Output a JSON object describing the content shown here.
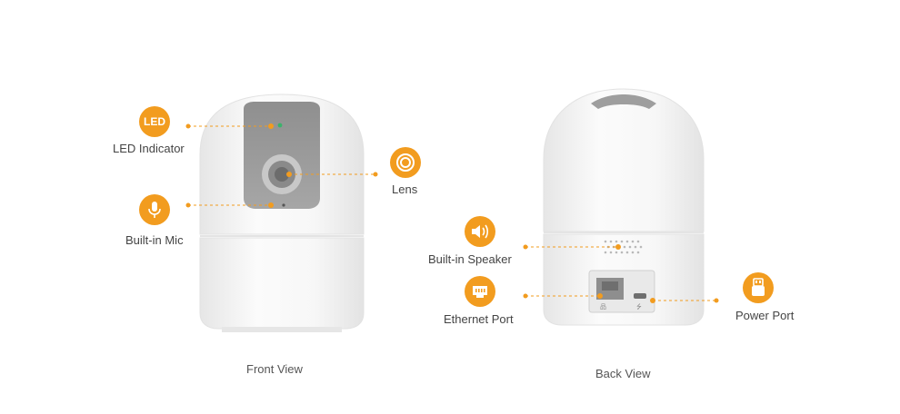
{
  "colors": {
    "accent": "#f29c1f",
    "body": "#f3f3f3",
    "shade": "#d9d9d9",
    "face": "#9a9a9a"
  },
  "front": {
    "view_label": "Front View",
    "callouts": {
      "led": {
        "badge_text": "LED",
        "label": "LED Indicator",
        "icon": "led-text-icon"
      },
      "mic": {
        "label": "Built-in Mic",
        "icon": "microphone-icon"
      },
      "lens": {
        "label": "Lens",
        "icon": "lens-icon"
      }
    }
  },
  "back": {
    "view_label": "Back View",
    "callouts": {
      "speaker": {
        "label": "Built-in Speaker",
        "icon": "speaker-icon"
      },
      "ethernet": {
        "label": "Ethernet Port",
        "icon": "ethernet-icon"
      },
      "power": {
        "label": "Power Port",
        "icon": "usb-plug-icon"
      }
    }
  }
}
